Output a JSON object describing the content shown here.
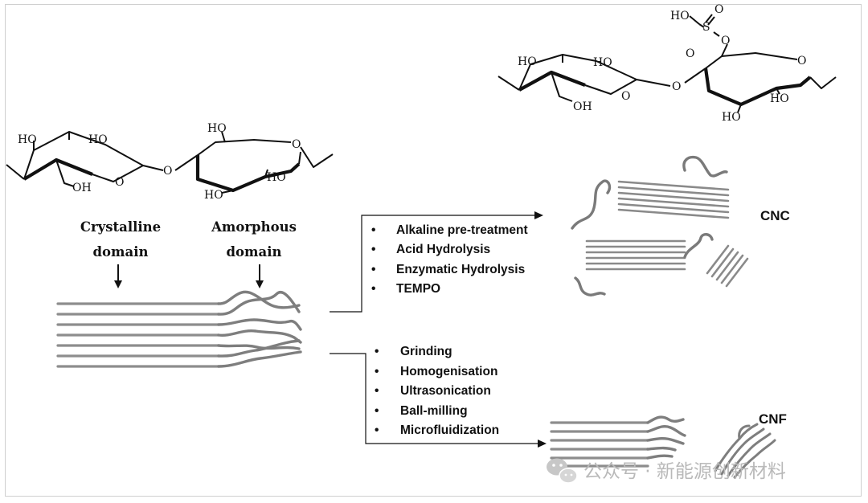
{
  "chemistry": {
    "left_unit": {
      "ho_1": "HO",
      "ho_2": "HO",
      "oh_ch2": "OH",
      "ring_o": "O",
      "bridge_o": "O"
    },
    "right_unit": {
      "ho_ch2": "HO",
      "ring_o": "O",
      "ho_3": "HO",
      "ho_4": "HO"
    },
    "sulfated": {
      "ho_1": "HO",
      "ho_2": "HO",
      "oh_ch2": "OH",
      "ring_o_1": "O",
      "bridge_o": "O",
      "sulfate_ho": "HO",
      "sulfate_s": "S",
      "sulfate_o_top": "O",
      "sulfate_o_left": "O",
      "sulfate_o_ester": "O",
      "ring_o_2": "O",
      "ho_3": "HO",
      "ho_4": "HO"
    }
  },
  "domains": {
    "crystalline": {
      "line1": "Crystalline",
      "line2": "domain"
    },
    "amorphous": {
      "line1": "Amorphous",
      "line2": "domain"
    }
  },
  "cnc_methods": [
    "Alkaline pre-treatment",
    "Acid Hydrolysis",
    "Enzymatic Hydrolysis",
    "TEMPO"
  ],
  "cnf_methods": [
    "Grinding",
    "Homogenisation",
    "Ultrasonication",
    "Ball-milling",
    "Microfluidization"
  ],
  "bullet": "•",
  "products": {
    "cnc": "CNC",
    "cnf": "CNF"
  },
  "watermark": {
    "text": "公众号 · 新能源创新材料",
    "icon": "wechat-icon"
  }
}
